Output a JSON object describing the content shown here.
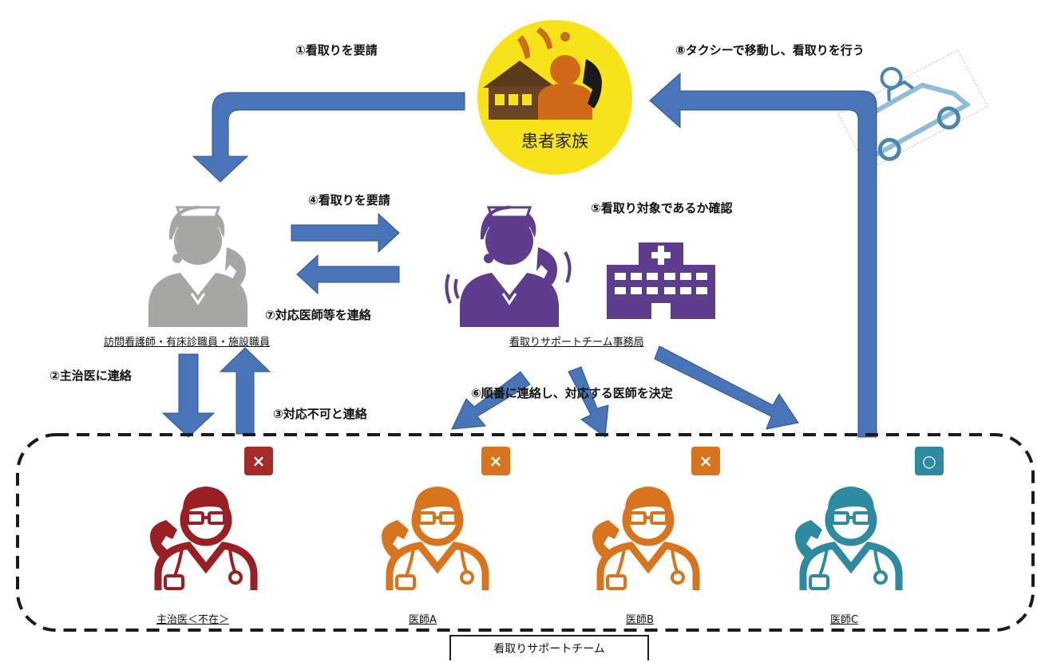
{
  "steps": {
    "s1": "①看取りを要請",
    "s2": "②主治医に連絡",
    "s3": "③対応不可と連絡",
    "s4": "④看取りを要請",
    "s5": "⑤看取り対象であるか確認",
    "s6": "⑥順番に連絡し、対応する医師を決定",
    "s7": "⑦対応医師等を連絡",
    "s8": "⑧タクシーで移動し、看取りを行う"
  },
  "nodes": {
    "family": "患者家族",
    "nurse": "訪問看護師・有床診職員・施設職員",
    "office": "看取りサポートチーム事務局",
    "main_doctor": "主治医＜不在＞",
    "doctor_a": "医師A",
    "doctor_b": "医師B",
    "doctor_c": "医師C",
    "team": "看取りサポートチーム"
  },
  "marks": {
    "main_doctor": "×",
    "doctor_a": "×",
    "doctor_b": "×",
    "doctor_c": "○"
  },
  "icons": {
    "family": "house-family-phone-icon",
    "nurse": "nurse-headset-icon",
    "office_staff": "nurse-phone-icon",
    "hospital": "hospital-icon",
    "taxi": "taxi-icon",
    "doctor": "doctor-phone-icon"
  },
  "colors": {
    "arrow": "#4a74b8",
    "family_circle": "#f7e21b",
    "nurse": "#a6a6a4",
    "office": "#5e3d8e",
    "main_doctor": "#9a1f24",
    "doctor_a": "#d8741e",
    "doctor_b": "#d8741e",
    "doctor_c": "#2d8aa0",
    "mark_unavailable": "#a52a2a",
    "mark_available": "#2d8aa0"
  }
}
